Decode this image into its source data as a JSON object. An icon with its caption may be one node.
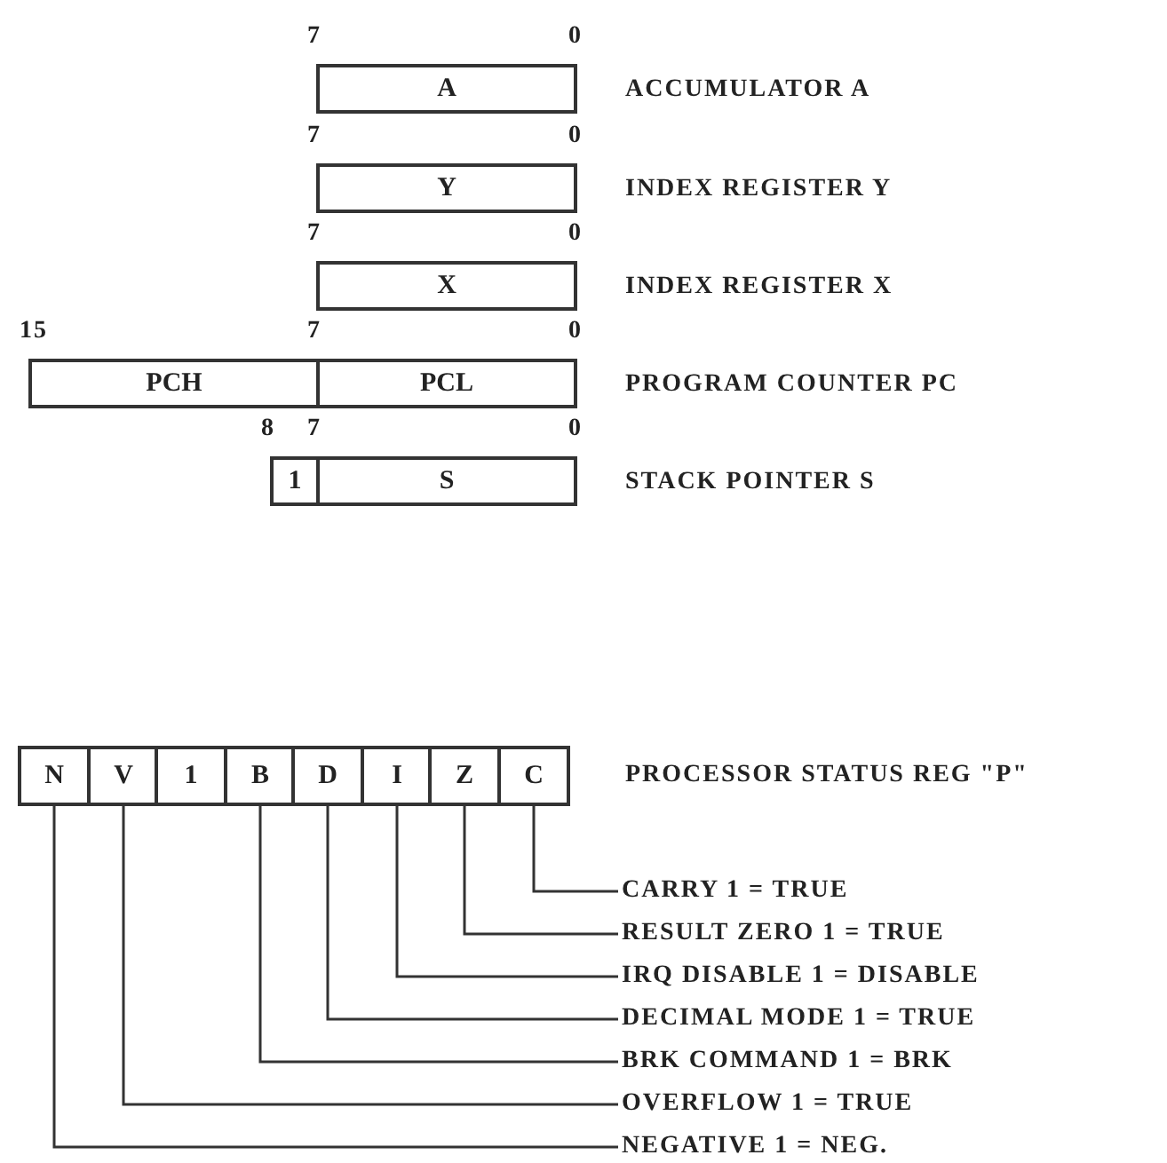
{
  "diagram": {
    "nodes": [
      {
        "text": [
          "A"
        ]
      },
      {
        "text": [
          "Y"
        ]
      },
      {
        "text": [
          "X"
        ]
      },
      {
        "text": [
          "PCH"
        ]
      },
      {
        "text": [
          "PCL"
        ]
      },
      {
        "text": [
          "1"
        ]
      },
      {
        "text": [
          "S"
        ]
      },
      {
        "text": [
          "N"
        ]
      },
      {
        "text": [
          "V"
        ]
      },
      {
        "text": [
          "1"
        ]
      },
      {
        "text": [
          "B"
        ]
      },
      {
        "text": [
          "D"
        ]
      },
      {
        "text": [
          "I"
        ]
      },
      {
        "text": [
          "Z"
        ]
      },
      {
        "text": [
          "C"
        ]
      },
      {
        "text": [
          "CARRY 1 = TRUE"
        ]
      },
      {
        "text": [
          "RESULT ZERO 1 = TRUE"
        ]
      },
      {
        "text": [
          "IRQ DISABLE 1 = DISABLE"
        ]
      },
      {
        "text": [
          "DECIMAL MODE 1 = TRUE"
        ]
      },
      {
        "text": [
          "BRK COMMAND 1 = BRK"
        ]
      },
      {
        "text": [
          "OVERFLOW 1 = TRUE"
        ]
      },
      {
        "text": [
          "NEGATIVE 1 = NEG."
        ]
      }
    ],
    "edges": [
      {
        "from": 14,
        "to": 15,
        "arrow": "none"
      },
      {
        "from": 13,
        "to": 16,
        "arrow": "none"
      },
      {
        "from": 12,
        "to": 17,
        "arrow": "none"
      },
      {
        "from": 11,
        "to": 18,
        "arrow": "none"
      },
      {
        "from": 10,
        "to": 19,
        "arrow": "none"
      },
      {
        "from": 8,
        "to": 20,
        "arrow": "none"
      },
      {
        "from": 7,
        "to": 21,
        "arrow": "none"
      }
    ],
    "labels": [
      "7",
      "0",
      "ACCUMULATOR A",
      "7",
      "0",
      "INDEX REGISTER Y",
      "7",
      "0",
      "INDEX REGISTER X",
      "15",
      "7",
      "0",
      "PROGRAM COUNTER PC",
      "8",
      "7",
      "0",
      "STACK POINTER S",
      "PROCESSOR STATUS REG \"P\""
    ]
  }
}
